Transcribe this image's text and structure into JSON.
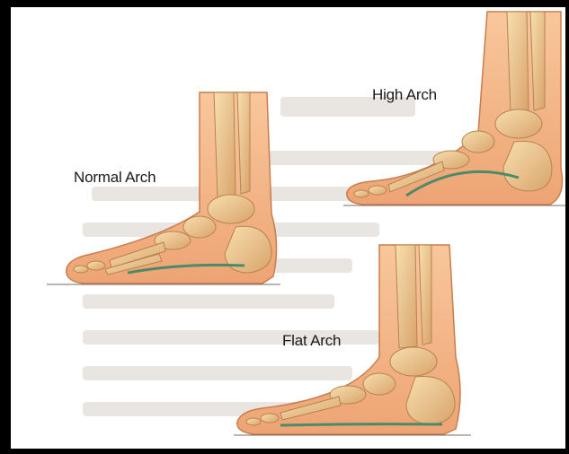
{
  "labels": {
    "normal": "Normal Arch",
    "high": "High Arch",
    "flat": "Flat Arch"
  },
  "colors": {
    "skin": "#f4b98a",
    "skin_dark": "#e49a67",
    "bone": "#f1d19c",
    "bone_shadow": "#d8a36a",
    "arch_line": "#4c8a6a",
    "background_text": "#e6e1dc"
  },
  "figures": [
    {
      "name": "normal-arch-foot",
      "arch_type": "normal"
    },
    {
      "name": "high-arch-foot",
      "arch_type": "high"
    },
    {
      "name": "flat-arch-foot",
      "arch_type": "flat"
    }
  ]
}
